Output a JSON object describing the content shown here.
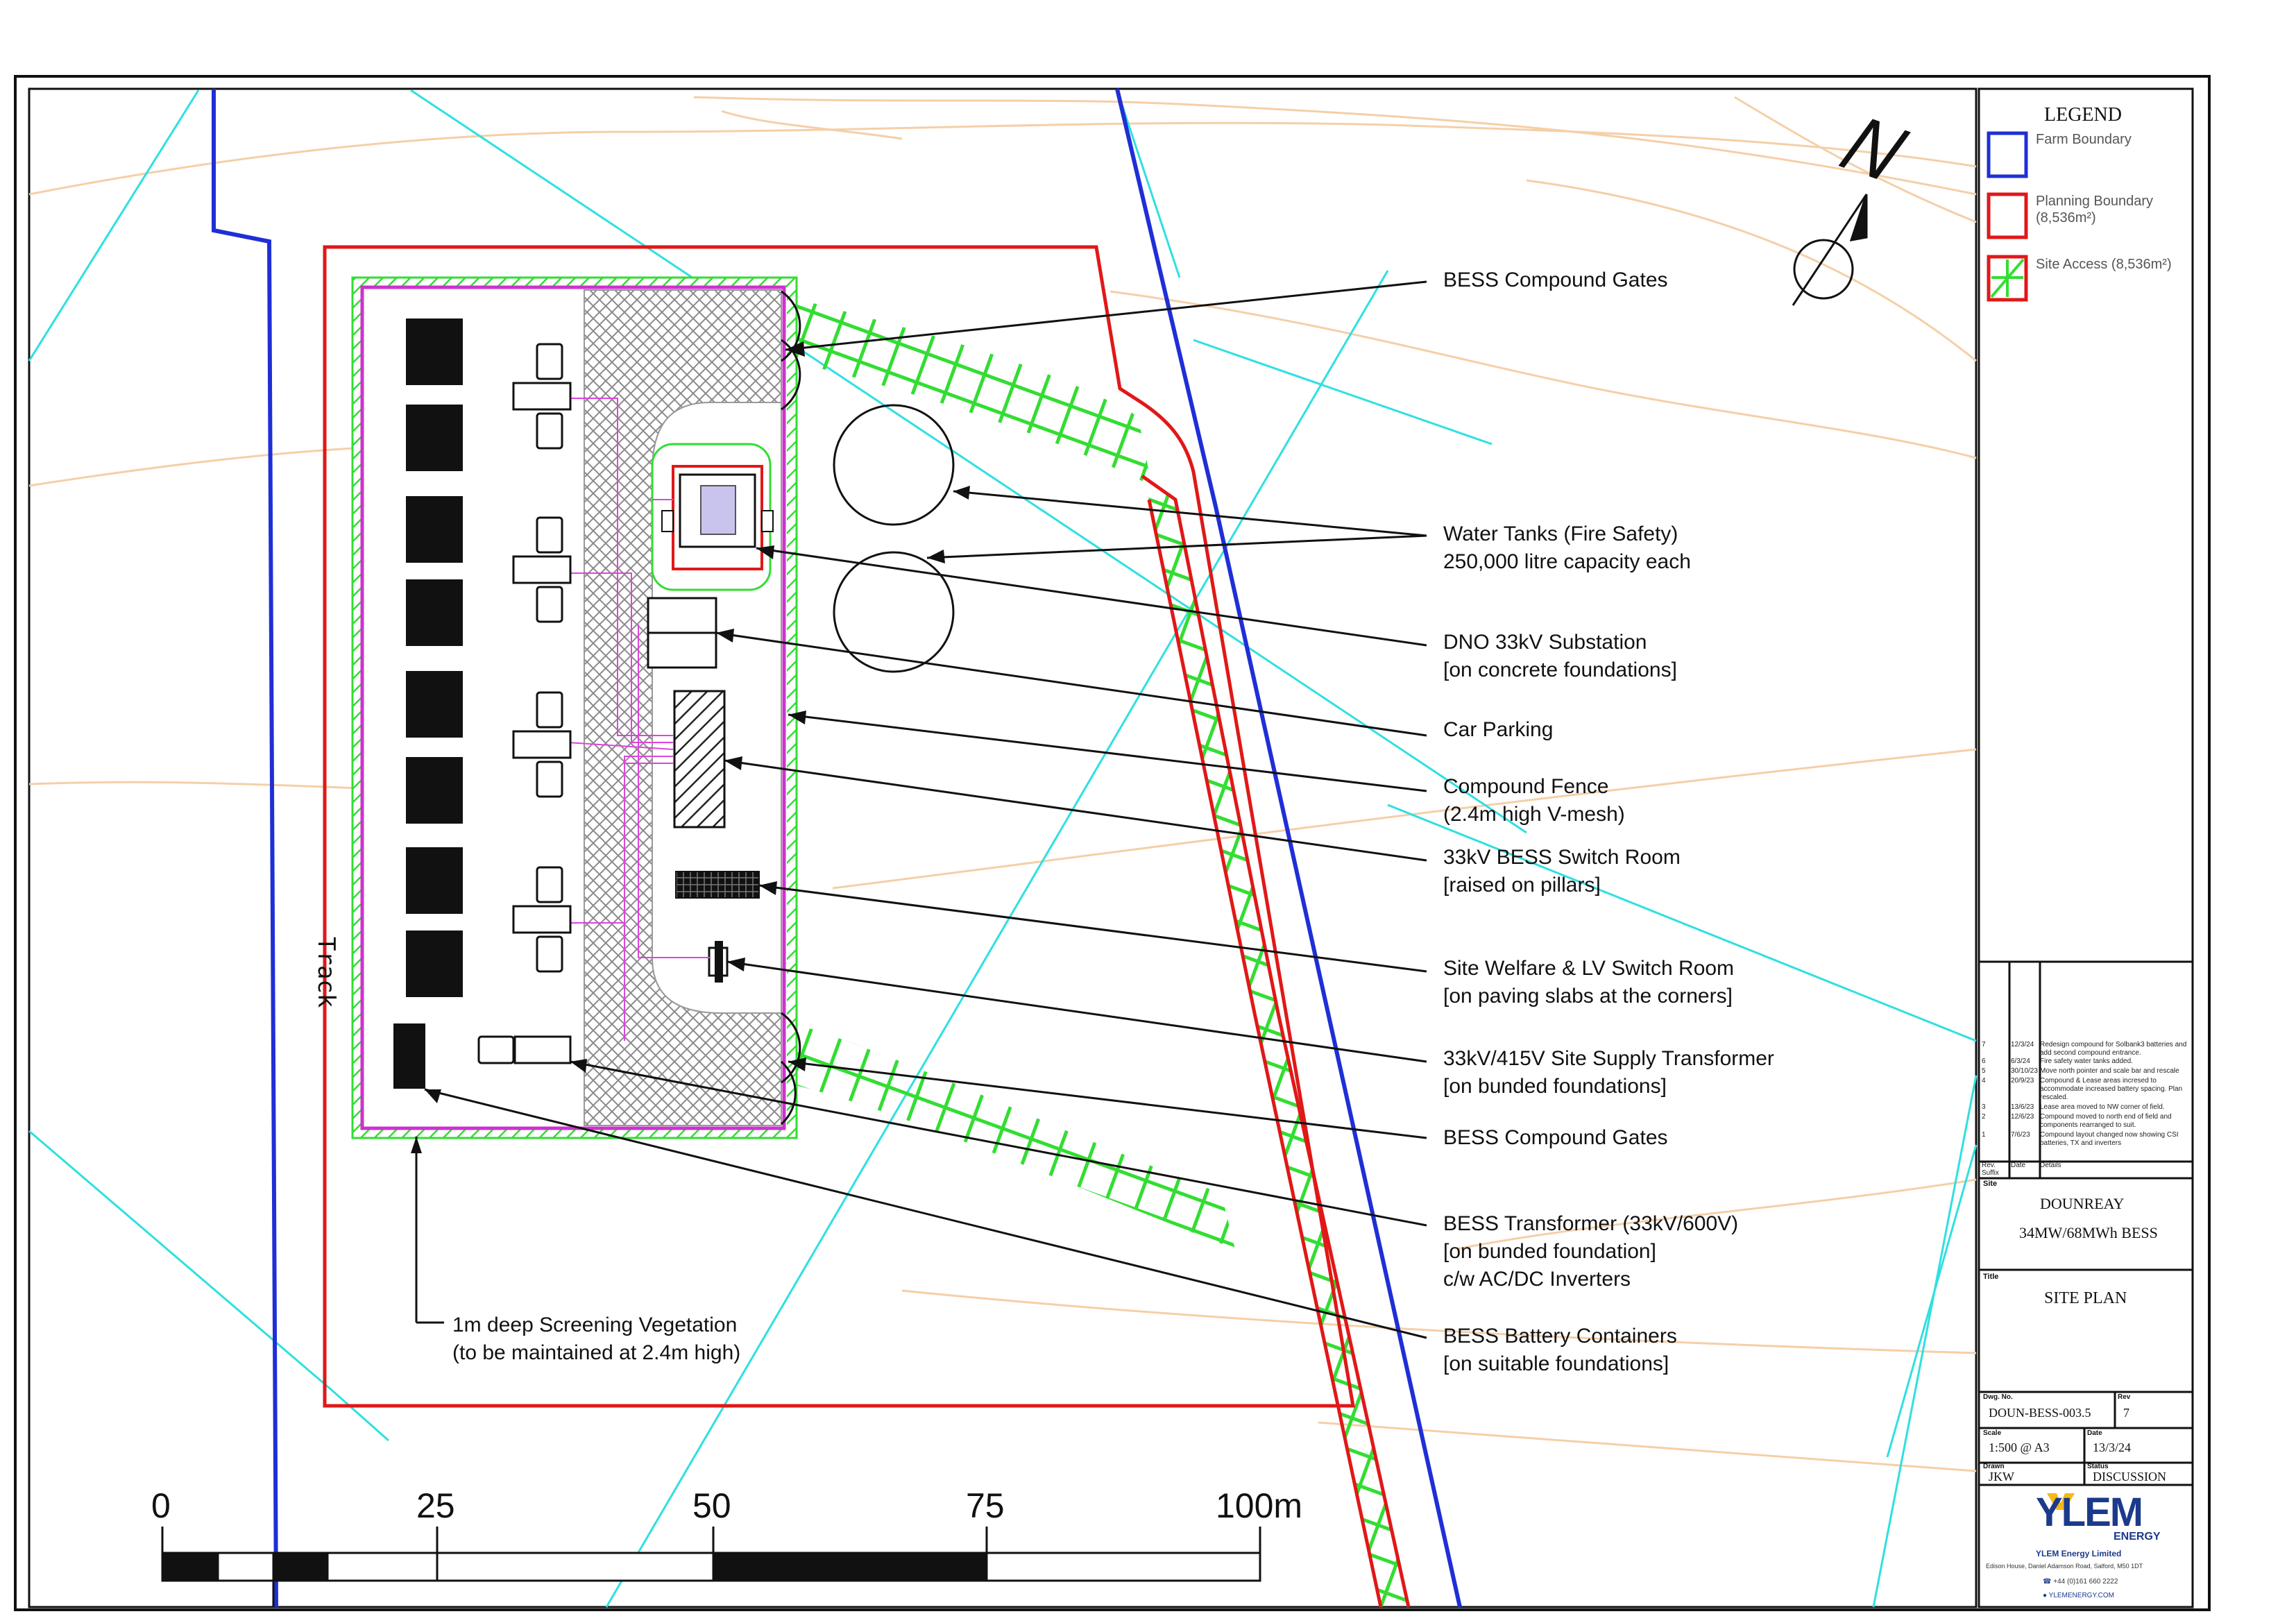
{
  "legend": {
    "title": "LEGEND",
    "items": [
      {
        "label": "Farm Boundary",
        "color": "#1f2fd6"
      },
      {
        "label": "Planning Boundary",
        "sub": "(8,536m²)",
        "color": "#e01818"
      },
      {
        "label": "Site Access (8,536m²)",
        "color": "#e01818",
        "hatch": "#33dd33"
      }
    ]
  },
  "north": {
    "label": "N"
  },
  "callouts": {
    "gates_top": "BESS Compound Gates",
    "water_tanks": [
      "Water Tanks (Fire Safety)",
      "250,000 litre capacity each"
    ],
    "dno": [
      "DNO 33kV Substation",
      "[on concrete foundations]"
    ],
    "car_parking": "Car Parking",
    "fence": [
      "Compound Fence",
      "(2.4m high V-mesh)"
    ],
    "switch_room": [
      "33kV BESS Switch Room",
      "[raised on pillars]"
    ],
    "welfare": [
      "Site Welfare & LV Switch Room",
      "[on paving slabs at the corners]"
    ],
    "supply_tx": [
      "33kV/415V Site Supply Transformer",
      "[on bunded foundations]"
    ],
    "gates_bottom": "BESS Compound Gates",
    "bess_tx": [
      "BESS Transformer (33kV/600V)",
      "[on bunded foundation]",
      "c/w AC/DC Inverters"
    ],
    "batteries": [
      "BESS Battery Containers",
      "[on suitable foundations]"
    ],
    "screening": [
      "1m deep Screening Vegetation",
      "(to be maintained at 2.4m high)"
    ],
    "track": "Track"
  },
  "scale_bar": {
    "labels": [
      "0",
      "25",
      "50",
      "75",
      "100m"
    ]
  },
  "revisions": [
    {
      "rev": "7",
      "date": "12/3/24",
      "details": "Redesign compound for Solbank3 batteries and add second compound entrance."
    },
    {
      "rev": "6",
      "date": "6/3/24",
      "details": "Fire safety water tanks added."
    },
    {
      "rev": "5",
      "date": "30/10/23",
      "details": "Move north pointer and scale bar and rescale"
    },
    {
      "rev": "4",
      "date": "20/9/23",
      "details": "Compound & Lease areas incresed to accommodate increased battery spacing. Plan rescaled."
    },
    {
      "rev": "3",
      "date": "13/6/23",
      "details": "Lease area moved to NW corner of field."
    },
    {
      "rev": "2",
      "date": "12/6/23",
      "details": "Compound moved to north end of field and components rearranged to suit."
    },
    {
      "rev": "1",
      "date": "7/6/23",
      "details": "Compound layout changed now showing CSI batteries, TX and inverters"
    }
  ],
  "rev_headers": {
    "rev": "Rev. Suffix",
    "date": "Date",
    "details": "Details"
  },
  "title_block": {
    "site_key": "Site",
    "site": "DOUNREAY",
    "project": "34MW/68MWh BESS",
    "title_key": "Title",
    "title": "SITE PLAN",
    "dwg_key": "Dwg. No.",
    "dwg_no": "DOUN-BESS-003.5",
    "rev_key": "Rev",
    "rev": "7",
    "scale_key": "Scale",
    "scale": "1:500 @ A3",
    "date_key": "Date",
    "date": "13/3/24",
    "drawn_key": "Drawn",
    "drawn": "JKW",
    "status_key": "Status",
    "status": "DISCUSSION"
  },
  "company": {
    "logo": "YLEM",
    "logo_sub": "ENERGY",
    "name": "YLEM Energy Limited",
    "address": "Edison House, Daniel Adamson Road, Salford, M50 1DT",
    "phone": "+44 (0)161 660 2222",
    "web": "YLEMENERGY.COM",
    "brand_color": "#1b3a8c",
    "accent_color": "#f2b81d"
  },
  "colors": {
    "farm_boundary": "#1f2fd6",
    "planning_boundary": "#e01818",
    "access": "#33dd33",
    "fence": "#cc33cc",
    "contour": "#f5cfa8",
    "cyan": "#2fe0e0"
  }
}
